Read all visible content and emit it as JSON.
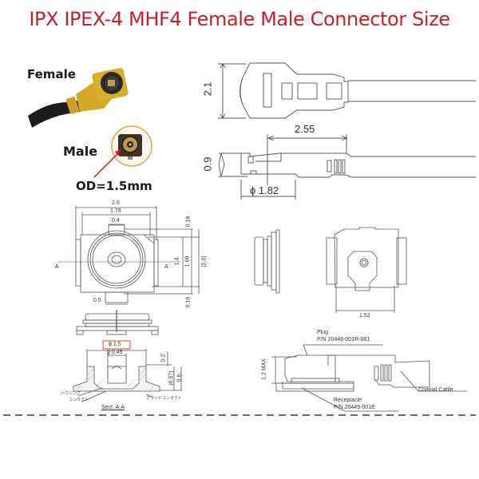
{
  "title": "IPX IPEX-4 MHF4 Female Male Connector Size",
  "photo": {
    "female_label": "Female",
    "male_label": "Male",
    "od_label": "OD=1.5mm"
  },
  "top_view": {
    "height_dim": "2.1"
  },
  "side_view": {
    "length_dim": "2.55",
    "height_dim": "0.9",
    "diameter_dim": "ϕ 1.82"
  },
  "receptacle_top": {
    "width_outer": "2.0",
    "width_inner": "1.76",
    "tab_width": "0.4",
    "inner_height": "1.4",
    "mid_height": "1.68",
    "outer_height": "(2.0)",
    "top_margin": "0.16",
    "bottom_margin": "0.16",
    "bottom_tab": "0.5",
    "section_marker_left": "A",
    "section_marker_right": "A"
  },
  "section_aa": {
    "outer_diameter": "ϕ 1.5",
    "inner_diameter": "ϕ 0.45",
    "top_gap": "0.2",
    "inner_height": "(0.57)",
    "total_height": "0.6",
    "label_housing": "ハウジング",
    "label_contact": "コンタクト",
    "label_ground_contact": "グランドコンタクト",
    "caption": "Sect. A-A"
  },
  "receptacle_bottom": {
    "width_dim": "1.52"
  },
  "assembly": {
    "plug_label": "Plug",
    "plug_pn": "P/N 20448-001R-081",
    "receptacle_label": "Receptacle",
    "receptacle_pn": "P/N 20449-001E",
    "cable_label": "Coaxial Cable",
    "height_dim": "1.2 MAX"
  },
  "colors": {
    "title": "#c8202a",
    "line": "#555555",
    "gold": "#c9a227",
    "highlight_box": "#d9473f"
  }
}
